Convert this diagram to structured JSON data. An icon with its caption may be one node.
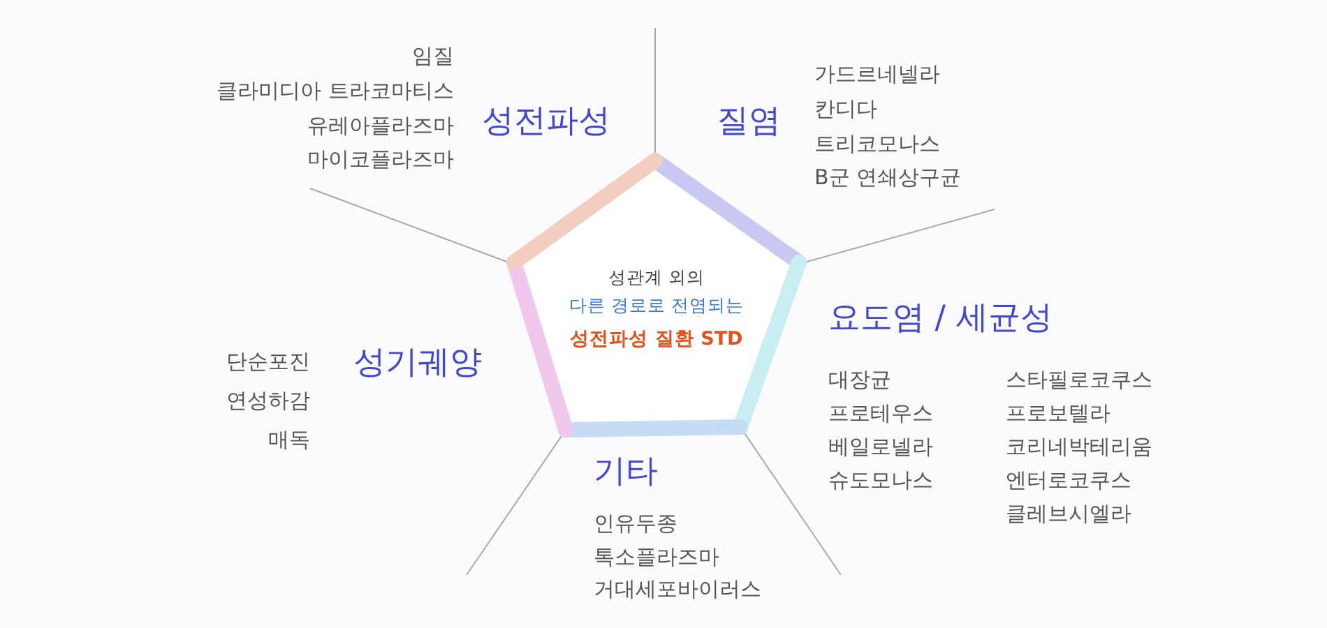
{
  "diagram": {
    "nodes": [
      {
        "text": [
          "성관계 외의",
          "다른 경로로 전염되는",
          "성전파성 질환 STD"
        ]
      }
    ],
    "labels": [
      "임질",
      "클라미디아 트라코마티스",
      "유레아플라즈마",
      "마이코플라즈마",
      "성전파성",
      "질염",
      "가드르네넬라",
      "칸디다",
      "트리코모나스",
      "B군 연쇄상구균",
      "요도염 / 세균성",
      "대장균",
      "프로테우스",
      "베일로넬라",
      "슈도모나스",
      "스타필로코쿠스",
      "프로보텔라",
      "코리네박테리움",
      "엔터로코쿠스",
      "클레브시엘라",
      "단순포진",
      "연성하감",
      "매독",
      "성기궤양",
      "기타",
      "인유두종",
      "톡소플라즈마",
      "거대세포바이러스"
    ]
  }
}
